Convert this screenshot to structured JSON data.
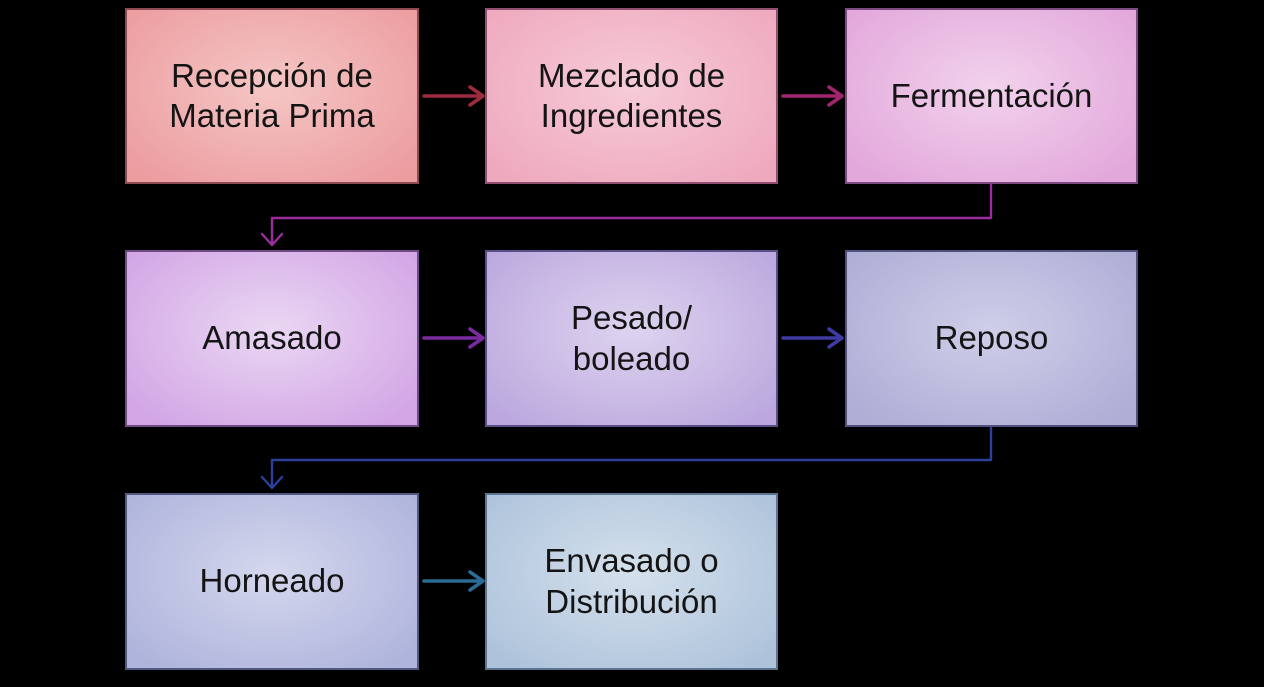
{
  "diagram": {
    "background": "#000000",
    "text_color": "#141414",
    "nodes": [
      {
        "id": "recepcion-materia-prima",
        "label": "Recepción de\nMateria Prima",
        "fill_center": "#F5C6C5",
        "fill_edge": "#EC9DA0",
        "border": "#8F4B52"
      },
      {
        "id": "mezclado-ingredientes",
        "label": "Mezclado de\nIngredientes",
        "fill_center": "#F6CBD8",
        "fill_edge": "#EFA9BF",
        "border": "#925070"
      },
      {
        "id": "fermentacion",
        "label": "Fermentación",
        "fill_center": "#F2D2EC",
        "fill_edge": "#E2A7DB",
        "border": "#7C4A7E"
      },
      {
        "id": "amasado",
        "label": "Amasado",
        "fill_center": "#EAD7F3",
        "fill_edge": "#D2A5E5",
        "border": "#6F4A86"
      },
      {
        "id": "pesado-boleado",
        "label": "Pesado/\nboleado",
        "fill_center": "#DDD3EF",
        "fill_edge": "#BCA8DE",
        "border": "#5A4E88"
      },
      {
        "id": "reposo",
        "label": "Reposo",
        "fill_center": "#CECEE9",
        "fill_edge": "#AEAED6",
        "border": "#4F4F80"
      },
      {
        "id": "horneado",
        "label": "Horneado",
        "fill_center": "#D4D7ED",
        "fill_edge": "#AFB4DC",
        "border": "#515880"
      },
      {
        "id": "envasado-distribucion",
        "label": "Envasado o\nDistribución",
        "fill_center": "#D4E0EC",
        "fill_edge": "#AEC3DB",
        "border": "#5C7490"
      }
    ],
    "connectors": [
      {
        "from": "recepcion-materia-prima",
        "to": "mezclado-ingredientes",
        "style": "straight",
        "color": "#9E2B3E"
      },
      {
        "from": "mezclado-ingredientes",
        "to": "fermentacion",
        "style": "straight",
        "color": "#A1256F"
      },
      {
        "from": "fermentacion",
        "to": "amasado",
        "style": "elbow",
        "color": "#9C2C9E"
      },
      {
        "from": "amasado",
        "to": "pesado-boleado",
        "style": "straight",
        "color": "#7A2BA1"
      },
      {
        "from": "pesado-boleado",
        "to": "reposo",
        "style": "straight",
        "color": "#403AA4"
      },
      {
        "from": "reposo",
        "to": "horneado",
        "style": "elbow",
        "color": "#2C3F9D"
      },
      {
        "from": "horneado",
        "to": "envasado-distribucion",
        "style": "straight",
        "color": "#2B6C97"
      }
    ]
  }
}
